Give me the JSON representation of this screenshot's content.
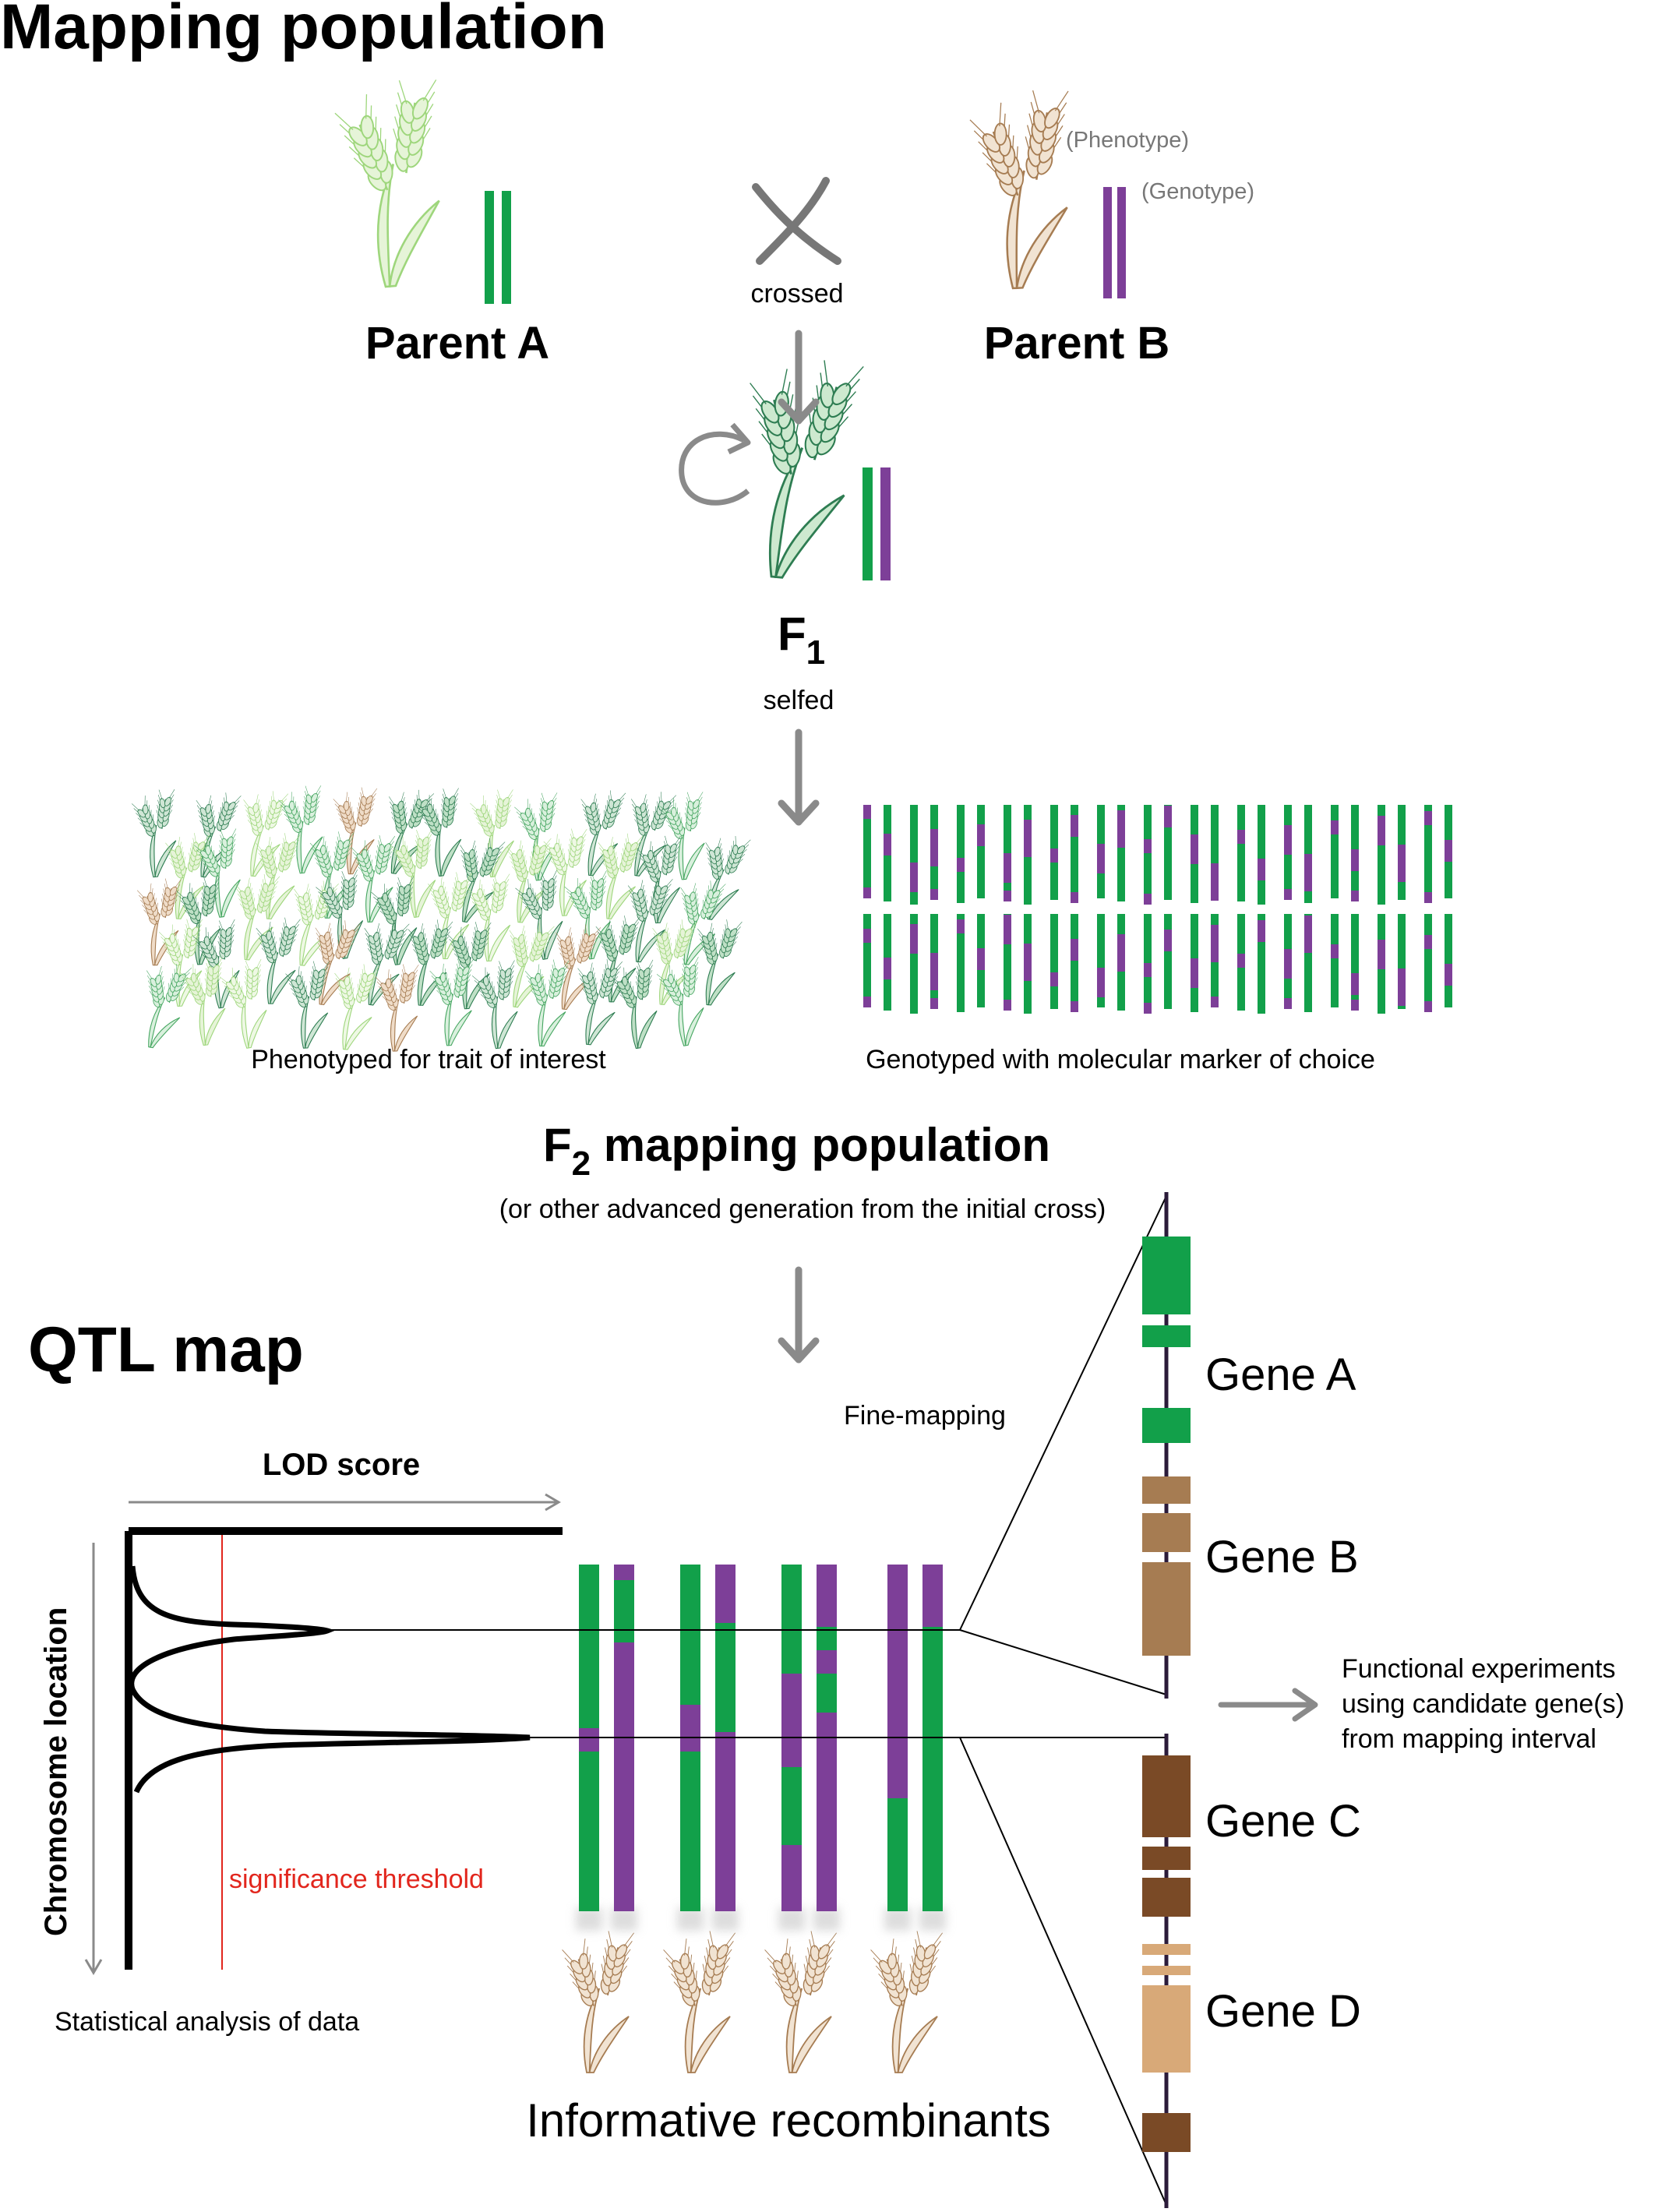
{
  "colors": {
    "green": "#12a04a",
    "light_green": "#9ed67c",
    "dark_green": "#2e7d52",
    "purple": "#7d3f98",
    "tan": "#a67c52",
    "brown": "#7a4a26",
    "light_tan": "#d8a978",
    "gray_arrow": "#8a8a8a",
    "threshold_red": "#e2261d"
  },
  "header": {
    "title": "Mapping population"
  },
  "cross": {
    "parent_a": "Parent A",
    "parent_b": "Parent B",
    "crossed": "crossed",
    "phenotype_note": "(Phenotype)",
    "genotype_note": "(Genotype)",
    "f1_label": "F",
    "f1_sub": "1",
    "selfed": "selfed"
  },
  "population": {
    "phenotyped": "Phenotyped for trait of interest",
    "genotyped": "Genotyped with molecular marker of choice",
    "f2_title_prefix": "F",
    "f2_title_sub": "2",
    "f2_title_rest": " mapping population",
    "f2_note": "(or other advanced generation from the initial cross)"
  },
  "qtl": {
    "title": "QTL map",
    "lod_label": "LOD score",
    "chrom_label": "Chromosome location",
    "threshold": "significance threshold",
    "stats": "Statistical analysis of data",
    "fine_mapping": "Fine-mapping",
    "recombinants": "Informative recombinants",
    "functional": [
      "Functional experiments",
      "using candidate gene(s)",
      "from mapping interval"
    ]
  },
  "genes": {
    "a": "Gene A",
    "b": "Gene B",
    "c": "Gene C",
    "d": "Gene D"
  },
  "icons": [
    "wheat-icon",
    "cross-icon",
    "self-arrow-icon",
    "down-arrow-icon",
    "right-arrow-icon"
  ]
}
